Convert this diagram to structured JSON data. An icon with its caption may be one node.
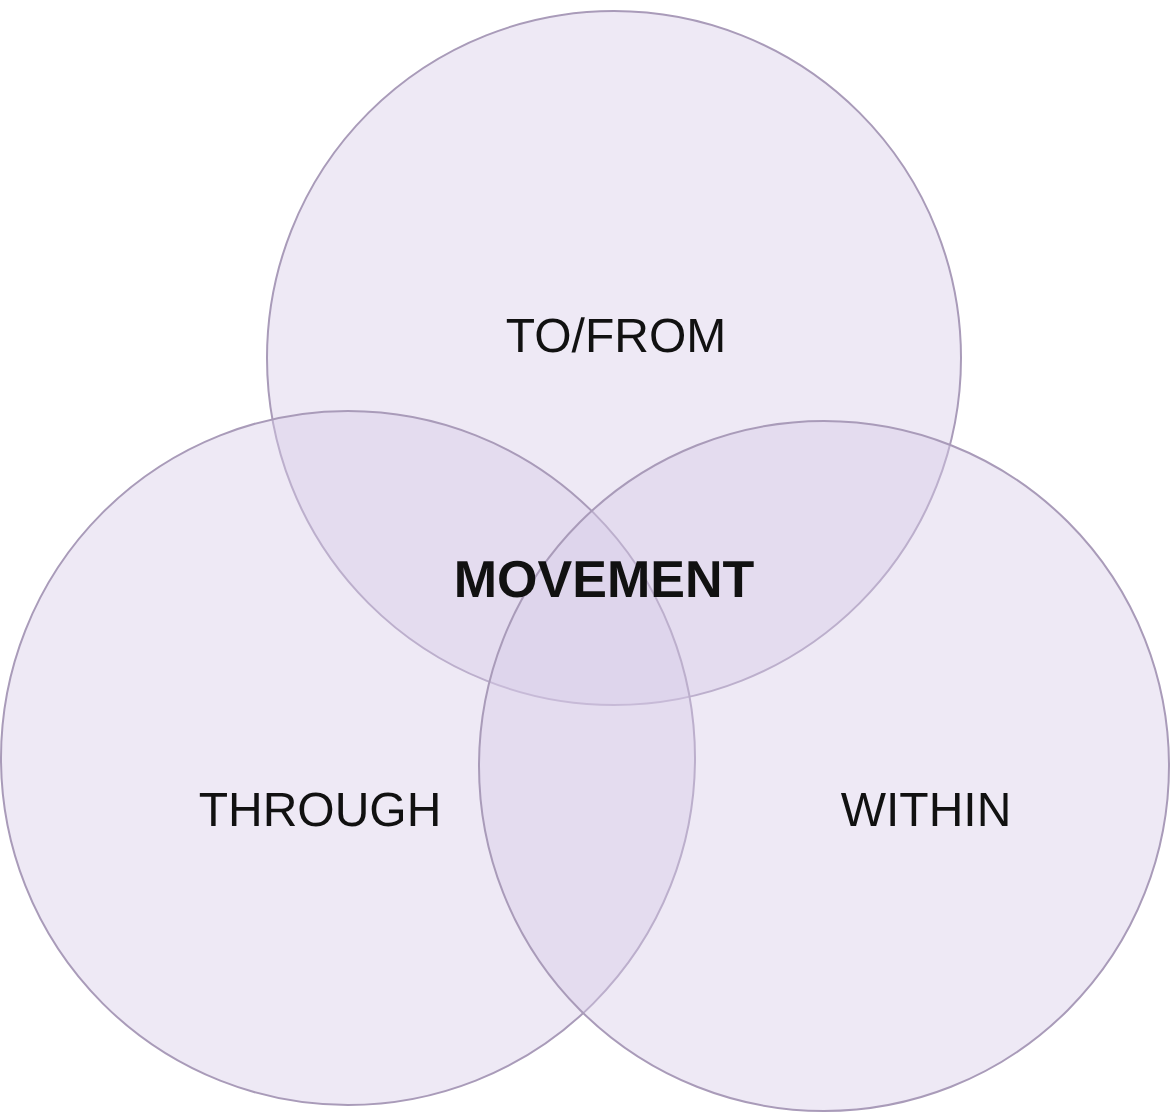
{
  "diagram": {
    "nodes": [
      {
        "text": [
          "TO/FROM"
        ]
      },
      {
        "text": [
          "THROUGH"
        ]
      },
      {
        "text": [
          "WITHIN"
        ]
      }
    ],
    "labels": [
      "MOVEMENT"
    ]
  }
}
